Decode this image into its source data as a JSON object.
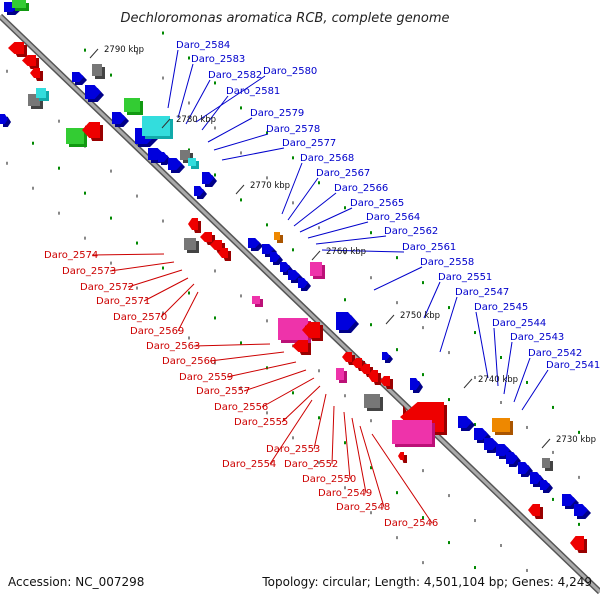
{
  "title": "Dechloromonas aromatica RCB, complete genome",
  "footer": {
    "accession": "Accession: NC_007298",
    "summary": "Topology: circular; Length: 4,501,104 bp; Genes: 4,249"
  },
  "scale_labels": [
    "2790 kbp",
    "2780 kbp",
    "2770 kbp",
    "2760 kbp",
    "2750 kbp",
    "2740 kbp",
    "2730 kbp"
  ],
  "gene_labels_upper": [
    "Daro_2584",
    "Daro_2583",
    "Daro_2582",
    "Daro_2580",
    "Daro_2581",
    "Daro_2579",
    "Daro_2578",
    "Daro_2577",
    "Daro_2568",
    "Daro_2567",
    "Daro_2566",
    "Daro_2565",
    "Daro_2564",
    "Daro_2562",
    "Daro_2561",
    "Daro_2558",
    "Daro_2551",
    "Daro_2547",
    "Daro_2545",
    "Daro_2544",
    "Daro_2543",
    "Daro_2542",
    "Daro_2541"
  ],
  "gene_labels_lower": [
    "Daro_2574",
    "Daro_2573",
    "Daro_2572",
    "Daro_2571",
    "Daro_2570",
    "Daro_2569",
    "Daro_2563",
    "Daro_2560",
    "Daro_2559",
    "Daro_2557",
    "Daro_2556",
    "Daro_2555",
    "Daro_2553",
    "Daro_2554",
    "Daro_2552",
    "Daro_2550",
    "Daro_2549",
    "Daro_2548",
    "Daro_2546"
  ],
  "colors": {
    "backbone": "#888888",
    "forward_strand": "#0000dd",
    "reverse_strand": "#ee0000",
    "rna": "#33cc33",
    "pseudo": "#777777",
    "cyan": "#33dddd",
    "magenta": "#ee33aa",
    "orange": "#ee8800",
    "tick": "#008800"
  }
}
